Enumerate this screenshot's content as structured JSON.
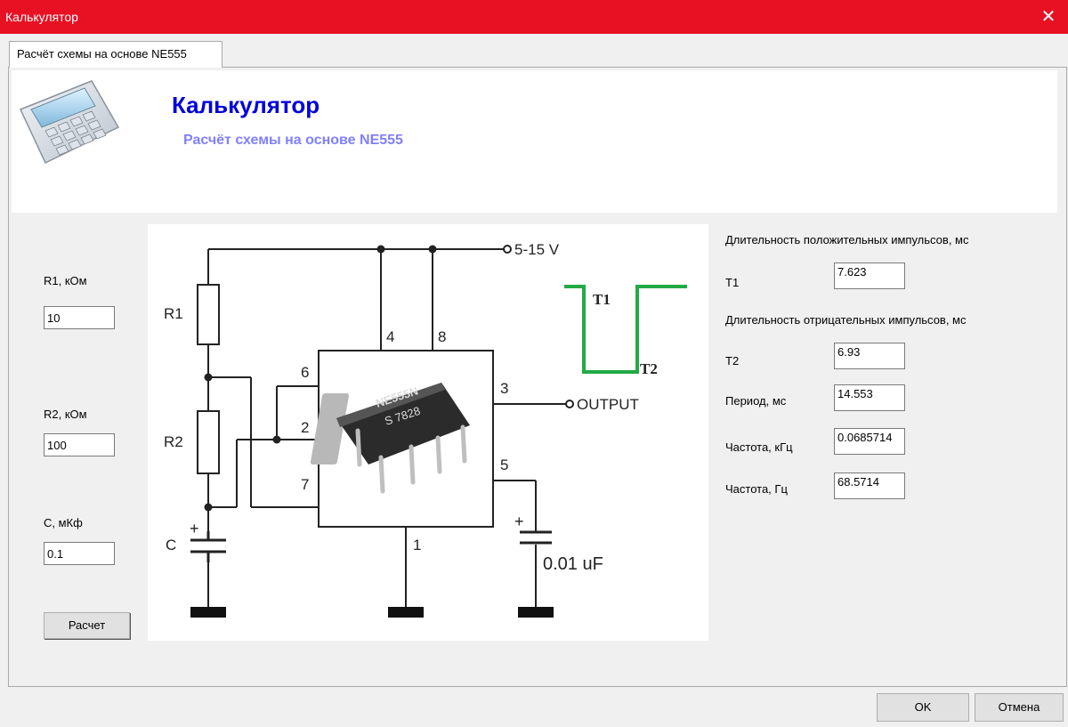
{
  "window": {
    "title": "Калькулятор",
    "close_glyph": "✕"
  },
  "tab": {
    "label": "Расчёт схемы на основе NE555"
  },
  "header": {
    "title": "Калькулятор",
    "subtitle": "Расчёт схемы на основе NE555",
    "icon": "calculator-icon"
  },
  "inputs": {
    "r1": {
      "label": "R1, кОм",
      "value": "10"
    },
    "r2": {
      "label": "R2, кОм",
      "value": "100"
    },
    "c": {
      "label": "C, мКф",
      "value": "0.1"
    }
  },
  "calc_button": "Расчет",
  "results": {
    "positive_header": "Длительность положительных импульсов, мс",
    "t1": {
      "label": "T1",
      "value": "7.623"
    },
    "negative_header": "Длительность отрицательных импульсов, мс",
    "t2": {
      "label": "T2",
      "value": "6.93"
    },
    "period": {
      "label": "Период, мс",
      "value": "14.553"
    },
    "freq_khz": {
      "label": "Частота, кГц",
      "value": "0.0685714"
    },
    "freq_hz": {
      "label": "Частота, Гц",
      "value": "68.5714"
    }
  },
  "schematic": {
    "supply": "5-15 V",
    "output": "OUTPUT",
    "r1": "R1",
    "r2": "R2",
    "c": "C",
    "c2": "0.01 uF",
    "pin1": "1",
    "pin2": "2",
    "pin3": "3",
    "pin4": "4",
    "pin5": "5",
    "pin6": "6",
    "pin7": "7",
    "pin8": "8",
    "chip_marking": "NE555N",
    "chip_code": "S 7828",
    "wave_t1": "T1",
    "wave_t2": "T2",
    "wave_color": "#22aa44"
  },
  "footer": {
    "ok": "OK",
    "cancel": "Отмена"
  },
  "colors": {
    "titlebar": "#e81123",
    "title_blue": "#0000dd",
    "subtitle_blue": "#8080ff"
  }
}
